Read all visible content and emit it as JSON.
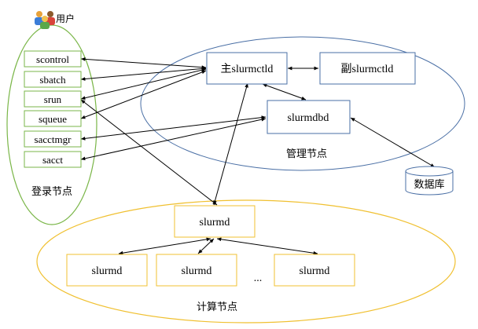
{
  "user": {
    "label": "用户",
    "icon": "users-icon"
  },
  "login_node": {
    "label": "登录节点",
    "commands": [
      "scontrol",
      "sbatch",
      "srun",
      "squeue",
      "sacctmgr",
      "sacct"
    ]
  },
  "management_node": {
    "label": "管理节点",
    "primary": "主slurmctld",
    "backup": "副slurmctld",
    "dbd": "slurmdbd"
  },
  "database": {
    "label": "数据库",
    "icon": "database-icon"
  },
  "compute_node": {
    "label": "计算节点",
    "head": "slurmd",
    "nodes": [
      "slurmd",
      "slurmd",
      "slurmd"
    ],
    "ellipsis": "..."
  },
  "colors": {
    "login_ellipse": "#7ab648",
    "management_ellipse": "#4a6fa5",
    "compute_ellipse": "#f0c030",
    "login_box_border": "#7ab648",
    "management_box_border": "#4a6fa5",
    "compute_box_border": "#f0c030",
    "arrow": "#000000"
  }
}
